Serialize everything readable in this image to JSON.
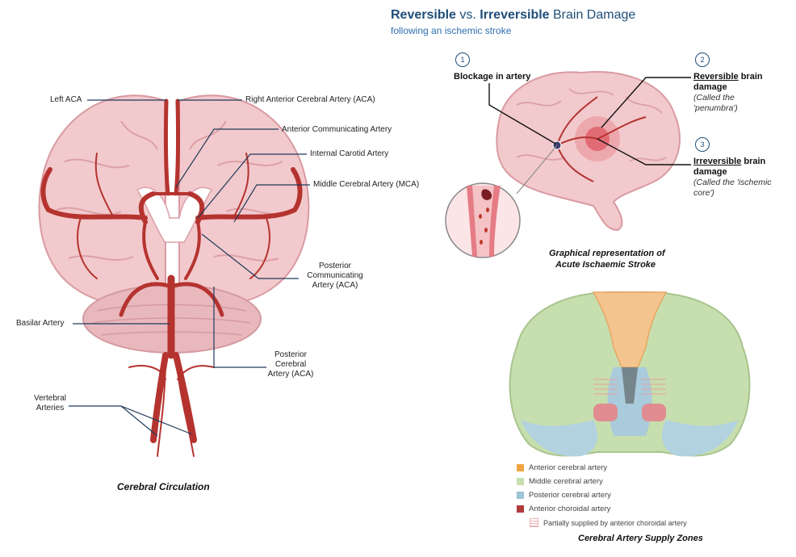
{
  "title": {
    "part1": "Reversible",
    "part2": " vs. ",
    "part3": "Irreversible",
    "part4": " Brain Damage"
  },
  "subtitle": "following an ischemic stroke",
  "left_panel": {
    "labels": {
      "left_aca": "Left ACA",
      "right_aca": "Right Anterior Cerebral Artery (ACA)",
      "acomm": "Anterior Communicating Artery",
      "ica": "Internal Carotid Artery",
      "mca": "Middle Cerebral Artery (MCA)",
      "pcomm": [
        "Posterior",
        "Communicating",
        "Artery (ACA)"
      ],
      "basilar": "Basilar Artery",
      "pca": [
        "Posterior",
        "Cerebral",
        "Artery (ACA)"
      ],
      "vertebral": [
        "Vertebral",
        "Arteries"
      ]
    },
    "caption": "Cerebral Circulation"
  },
  "stroke_panel": {
    "step1_num": "1",
    "step1_label": "Blockage in artery",
    "step2_num": "2",
    "step2_label_u": "Reversible",
    "step2_label_rest": " brain",
    "step2_label_line2": "damage",
    "step2_note_1": "(Called the",
    "step2_note_2": "'penumbra')",
    "step3_num": "3",
    "step3_label_u": "Irreversible",
    "step3_label_rest": " brain",
    "step3_label_line2": "damage",
    "step3_note_1": "(Called the 'ischemic",
    "step3_note_2": "core')",
    "caption_1": "Graphical representation of",
    "caption_2": "Acute Ischaemic Stroke"
  },
  "supply_panel": {
    "legend": [
      {
        "label": "Anterior cerebral artery",
        "color": "#f0a640"
      },
      {
        "label": "Middle cerebral artery",
        "color": "#c7deae"
      },
      {
        "label": "Posterior cerebral artery",
        "color": "#9dc3d6"
      },
      {
        "label": "Anterior choroidal artery",
        "color": "#b03a3a"
      },
      {
        "label": "Partially supplied by anterior choroidal artery",
        "color": "#e8b4b4"
      }
    ],
    "caption": "Cerebral Artery Supply Zones"
  },
  "colors": {
    "artery": "#b5332f",
    "brain": "#f2c9cc",
    "brain_dark": "#e3a2a8",
    "title_blue": "#1f4e79"
  }
}
